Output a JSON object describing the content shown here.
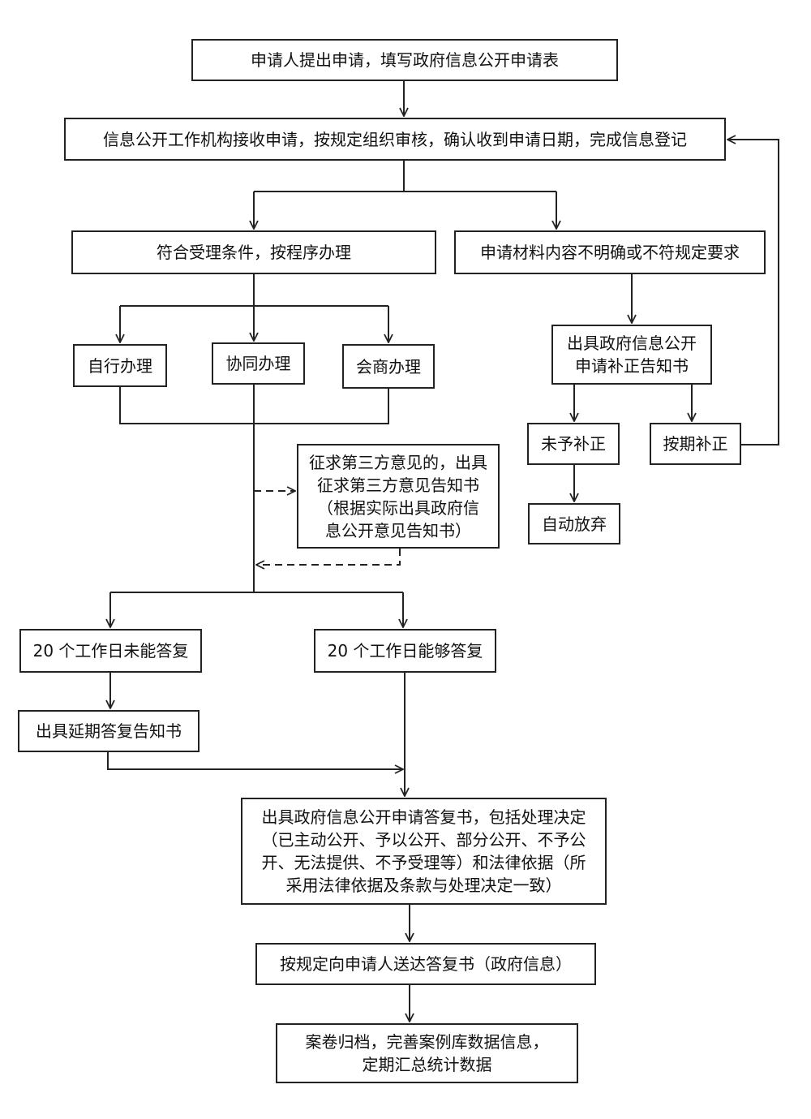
{
  "diagram": {
    "nodes": {
      "apply": "申请人提出申请，填写政府信息公开申请表",
      "receive": "信息公开工作机构接收申请，按规定组织审核，确认收到申请日期，完成信息登记",
      "accept": "符合受理条件，按程序办理",
      "unclear": "申请材料内容不明确或不符规定要求",
      "self": "自行办理",
      "cooperate": "协同办理",
      "consult": "会商办理",
      "correction_notice": "出具政府信息公开\n申请补正告知书",
      "no_correction": "未予补正",
      "timely_correction": "按期补正",
      "abandon": "自动放弃",
      "third_party": "征求第三方意见的，出具\n征求第三方意见告知书\n（根据实际出具政府信\n息公开意见告知书）",
      "not_within_20": "20 个工作日未能答复",
      "within_20": "20 个工作日能够答复",
      "extension_notice": "出具延期答复告知书",
      "reply": "出具政府信息公开申请答复书，包括处理决定\n（已主动公开、予以公开、部分公开、不予公\n开、无法提供、不予受理等）和法律依据（所\n采用法律依据及条款与处理决定一致）",
      "deliver": "按规定向申请人送达答复书（政府信息）",
      "archive": "案卷归档，完善案例库数据信息，\n定期汇总统计数据"
    },
    "edges": [
      {
        "from": "apply",
        "to": "receive"
      },
      {
        "from": "receive",
        "to": "accept"
      },
      {
        "from": "receive",
        "to": "unclear"
      },
      {
        "from": "accept",
        "to": "self"
      },
      {
        "from": "accept",
        "to": "cooperate"
      },
      {
        "from": "accept",
        "to": "consult"
      },
      {
        "from": "unclear",
        "to": "correction_notice"
      },
      {
        "from": "correction_notice",
        "to": "no_correction"
      },
      {
        "from": "correction_notice",
        "to": "timely_correction"
      },
      {
        "from": "no_correction",
        "to": "abandon"
      },
      {
        "from": "timely_correction",
        "to": "receive"
      },
      {
        "from": "self",
        "to": "third_party",
        "style": "dashed"
      },
      {
        "from": "third_party",
        "to": "merge",
        "style": "dashed"
      },
      {
        "from": "merge",
        "to": "not_within_20"
      },
      {
        "from": "merge",
        "to": "within_20"
      },
      {
        "from": "not_within_20",
        "to": "extension_notice"
      },
      {
        "from": "extension_notice",
        "to": "reply"
      },
      {
        "from": "within_20",
        "to": "reply"
      },
      {
        "from": "reply",
        "to": "deliver"
      },
      {
        "from": "deliver",
        "to": "archive"
      }
    ]
  }
}
